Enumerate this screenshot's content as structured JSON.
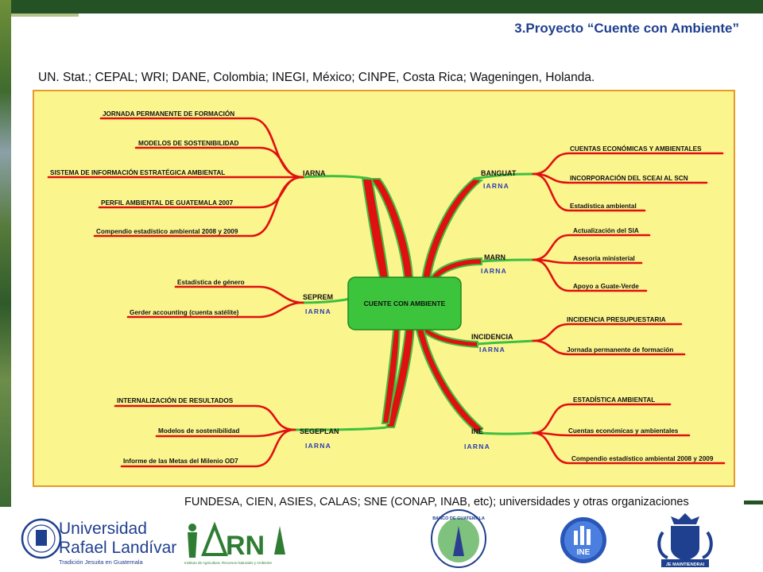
{
  "slide": {
    "title": "3.Proyecto “Cuente con Ambiente”",
    "sources_top": "UN. Stat.; CEPAL; WRI; DANE, Colombia; INEGI, México; CINPE, Costa Rica; Wageningen, Holanda.",
    "sources_bottom": "FUNDESA, CIEN, ASIES, CALAS; SNE (CONAP, INAB, etc); universidades y otras organizaciones"
  },
  "mindmap": {
    "center": "CUENTE CON AMBIENTE",
    "tag": "IARNA",
    "branches": [
      {
        "label": "IARNA",
        "leaves": [
          "JORNADA PERMANENTE DE FORMACIÓN",
          "MODELOS DE SOSTENIBILIDAD",
          "SISTEMA DE INFORMACIÓN ESTRATÉGICA AMBIENTAL",
          "PERFIL AMBIENTAL DE GUATEMALA 2007",
          "Compendio estadístico ambiental 2008 y 2009"
        ]
      },
      {
        "label": "SEPREM",
        "leaves": [
          "Estadística de género",
          "Gerder accounting (cuenta satélite)"
        ]
      },
      {
        "label": "SEGEPLAN",
        "leaves": [
          "INTERNALIZACIÓN DE RESULTADOS",
          "Modelos de sostenibilidad",
          "Informe de las Metas del Milenio OD7"
        ]
      },
      {
        "label": "BANGUAT",
        "leaves": [
          "CUENTAS ECONÓMICAS Y AMBIENTALES",
          "INCORPORACIÓN DEL SCEAI AL SCN",
          "Estadística ambiental"
        ]
      },
      {
        "label": "MARN",
        "leaves": [
          "Actualización del SIA",
          "Asesoría ministerial",
          "Apoyo a Guate-Verde"
        ]
      },
      {
        "label": "INCIDENCIA",
        "leaves": [
          "INCIDENCIA PRESUPUESTARIA",
          "Jornada permanente de formación"
        ]
      },
      {
        "label": "INE",
        "leaves": [
          "ESTADÍSTICA AMBIENTAL",
          "Cuentas económicas y ambientales",
          "Compendio estadístico ambiental 2008 y 2009"
        ]
      }
    ]
  },
  "logos": {
    "url_name1": "Universidad",
    "url_name2": "Rafael Landívar",
    "url_tagline": "Tradición Jesuita en Guatemala",
    "iarna_text": "RN",
    "iarna_sub": "Instituto de Agricultura, Recursos Naturales y Ambiente",
    "banguat_text": "BANCO DE GUATEMALA",
    "ine_text": "INE",
    "nl_motto": "JE MAINTIENDRAI"
  },
  "colors": {
    "title": "#1f3f8f",
    "bar": "#245224",
    "map_bg": "#fbf58e",
    "map_border": "#e59a2a",
    "center_fill": "#3cc43c",
    "branch_green": "#3fbf3f",
    "branch_red": "#e01010",
    "tag_blue": "#2a3fb0"
  }
}
